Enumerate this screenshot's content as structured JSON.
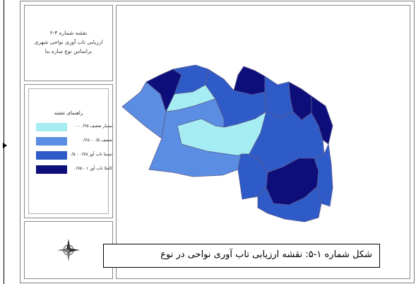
{
  "colors": {
    "very_weak": "#a6ecf3",
    "weak": "#5b8de3",
    "relatively_resilient": "#2f5bc9",
    "fully_resilient": "#0e0e7a"
  },
  "map_title": {
    "line1": "نقشه شماره ۴-۲",
    "line2": "ارزیابی تاب آوری نواحی شهری",
    "line3": "براساس نوع سازه بنا"
  },
  "legend": {
    "heading": "راهنمای نقشه",
    "items": [
      {
        "label": "بسیار ضعیف ۰/۲۵ - ۰",
        "color_key": "very_weak"
      },
      {
        "label": "ضعیف ۰/۵ - ۰/۲۵",
        "color_key": "weak"
      },
      {
        "label": "نسبتا تاب آور ۰/۷۵ - ۰/۵",
        "color_key": "relatively_resilient"
      },
      {
        "label": "کاملا تاب آور ۱ - ۰/۷۵",
        "color_key": "fully_resilient"
      }
    ]
  },
  "north_arrow": {
    "icon": "compass-rose-icon"
  },
  "districts": [
    {
      "id": "d1",
      "class": "weak"
    },
    {
      "id": "d2",
      "class": "fully_resilient"
    },
    {
      "id": "d3",
      "class": "relatively_resilient"
    },
    {
      "id": "d4",
      "class": "very_weak"
    },
    {
      "id": "d5",
      "class": "weak"
    },
    {
      "id": "d6",
      "class": "very_weak"
    },
    {
      "id": "d7",
      "class": "relatively_resilient"
    },
    {
      "id": "d8",
      "class": "fully_resilient"
    },
    {
      "id": "d9",
      "class": "relatively_resilient"
    },
    {
      "id": "d10",
      "class": "fully_resilient"
    },
    {
      "id": "d11",
      "class": "relatively_resilient"
    },
    {
      "id": "d12",
      "class": "fully_resilient"
    },
    {
      "id": "d13",
      "class": "relatively_resilient"
    },
    {
      "id": "d14",
      "class": "fully_resilient"
    },
    {
      "id": "d15",
      "class": "relatively_resilient"
    },
    {
      "id": "d16",
      "class": "relatively_resilient"
    }
  ],
  "caption": "شکل شماره ۱-۵: نقشه ارزیابی تاب آوری نواحی در نوع"
}
